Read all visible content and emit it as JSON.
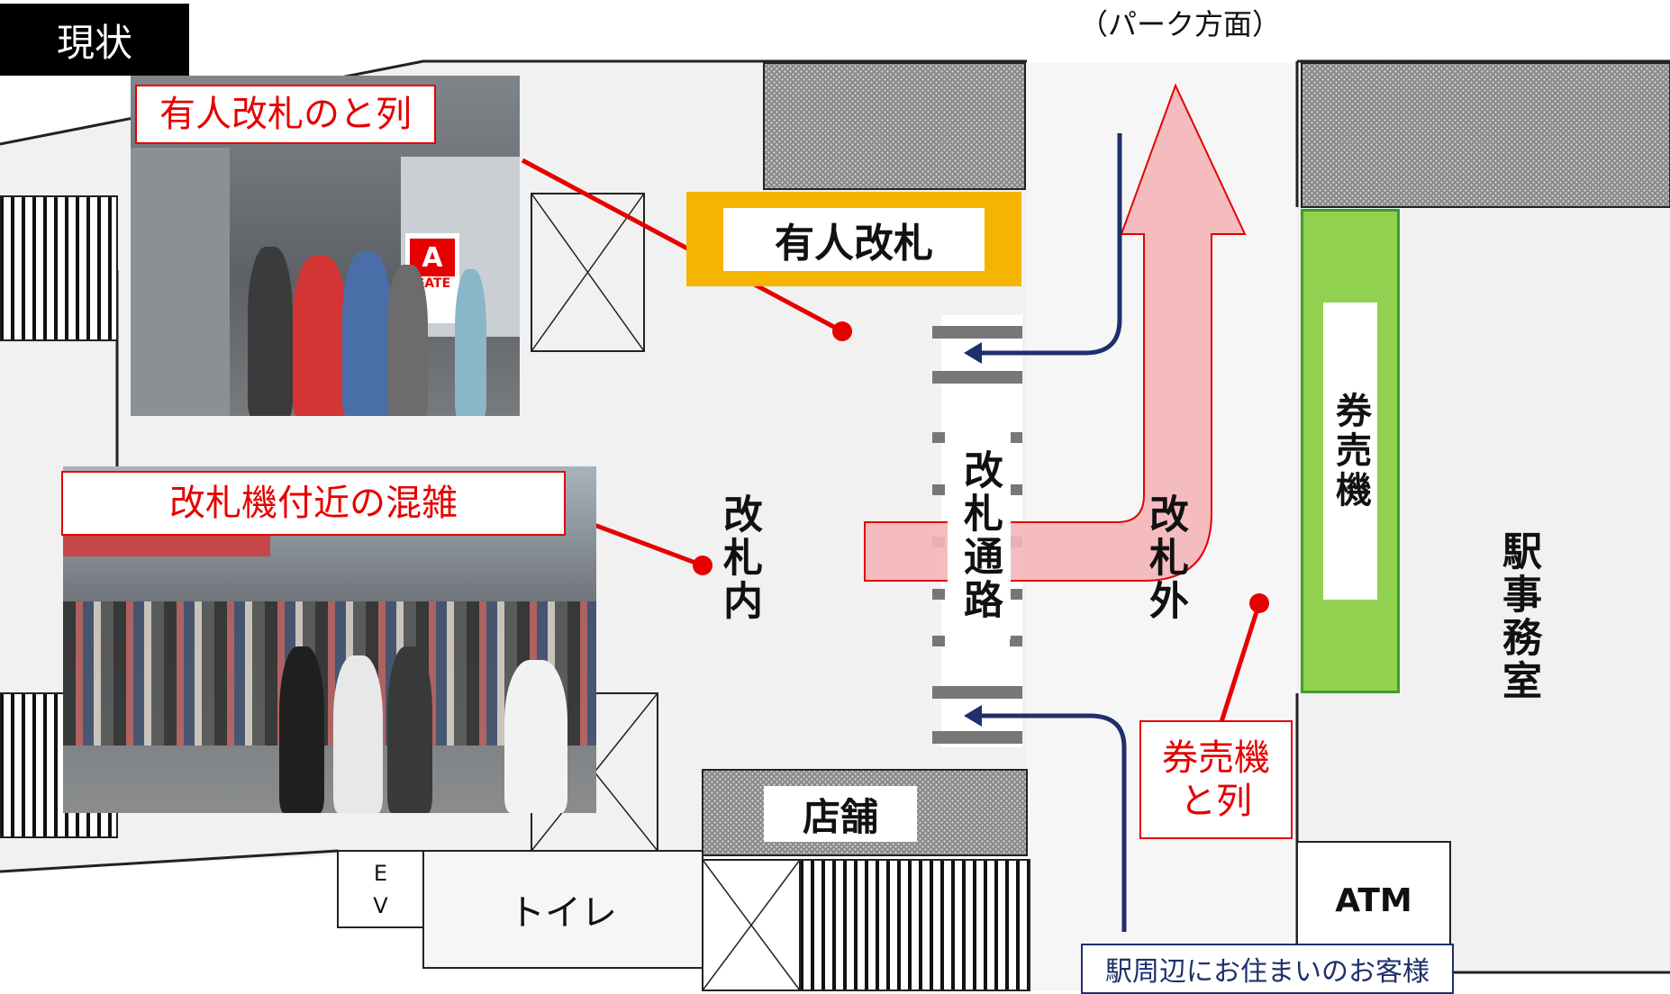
{
  "status_tag": "現状",
  "direction_label": "（パーク方面）",
  "zones": {
    "staffed_gate": "有人改札",
    "gate_inside": "改札内",
    "gate_passage": "改札通路",
    "gate_outside": "改札外",
    "ticket_machine": "券売機",
    "station_office": "駅事務室",
    "shop": "店舗",
    "toilet": "トイレ",
    "elevator": "E\nV",
    "atm": "ATM"
  },
  "callouts": {
    "staffed_gate_queue": "有人改札のと列",
    "gate_congestion": "改札機付近の混雑",
    "ticket_machine_queue_line1": "券売機",
    "ticket_machine_queue_line2": "と列",
    "local_residents": "駅周辺にお住まいのお客様"
  },
  "photo_sign": {
    "gate_letter": "A",
    "gate_word": "GATE"
  },
  "colors": {
    "staffed_gate_fill": "#f5b400",
    "ticket_machine_fill": "#92d050",
    "callout_red": "#e60000",
    "flow_arrow_fill": "#f4b6b9",
    "resident_arrow": "#1f2f6b",
    "hatched_area": "#555555"
  }
}
